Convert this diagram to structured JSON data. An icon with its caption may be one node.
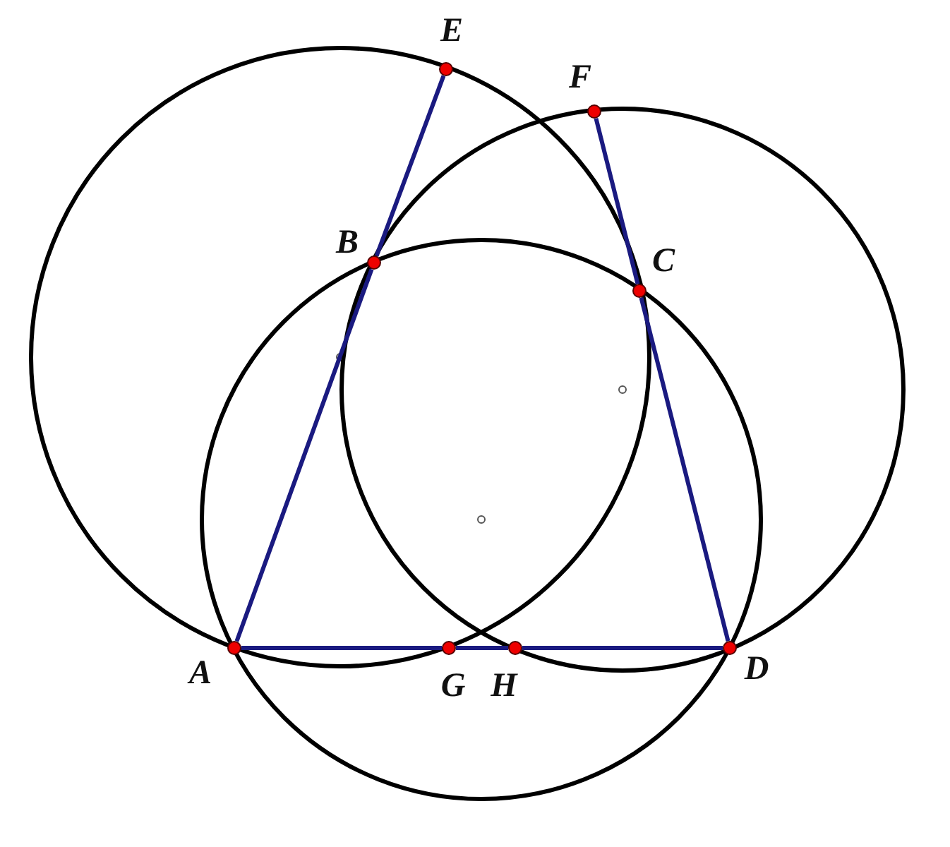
{
  "diagram": {
    "nodes": [
      {
        "text": [
          "E"
        ]
      },
      {
        "text": [
          "F"
        ]
      },
      {
        "text": [
          "B"
        ]
      },
      {
        "text": [
          "C"
        ]
      },
      {
        "text": [
          "A"
        ]
      },
      {
        "text": [
          "G"
        ]
      },
      {
        "text": [
          "H"
        ]
      },
      {
        "text": [
          "D"
        ]
      }
    ],
    "edges": [
      {
        "from": 4,
        "to": 2,
        "arrow": "none"
      },
      {
        "from": 2,
        "to": 0,
        "arrow": "none"
      },
      {
        "from": 1,
        "to": 3,
        "arrow": "none"
      },
      {
        "from": 3,
        "to": 7,
        "arrow": "none"
      },
      {
        "from": 4,
        "to": 5,
        "arrow": "none"
      },
      {
        "from": 5,
        "to": 6,
        "arrow": "none"
      },
      {
        "from": 6,
        "to": 7,
        "arrow": "none"
      }
    ]
  }
}
